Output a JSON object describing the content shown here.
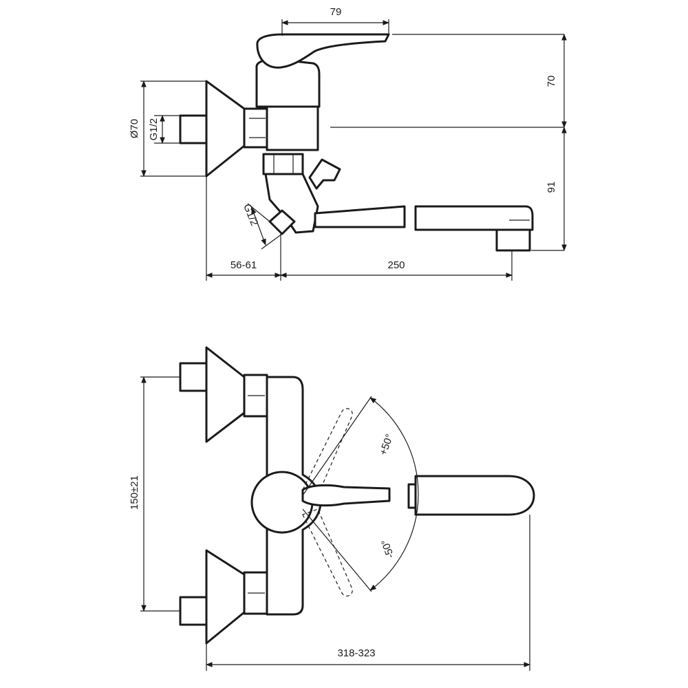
{
  "side_view": {
    "lever_height": "79",
    "top_height": "70",
    "spout_height": "91",
    "flange_diameter": "Ø70",
    "inlet_thread": "G1/2",
    "outlet_thread": "G1/2",
    "wall_offset": "56-61",
    "spout_reach": "250"
  },
  "top_view": {
    "rotation_plus": "+50°",
    "rotation_minus": "-50°",
    "inlet_spacing": "150±21",
    "overall_length": "318-323"
  }
}
